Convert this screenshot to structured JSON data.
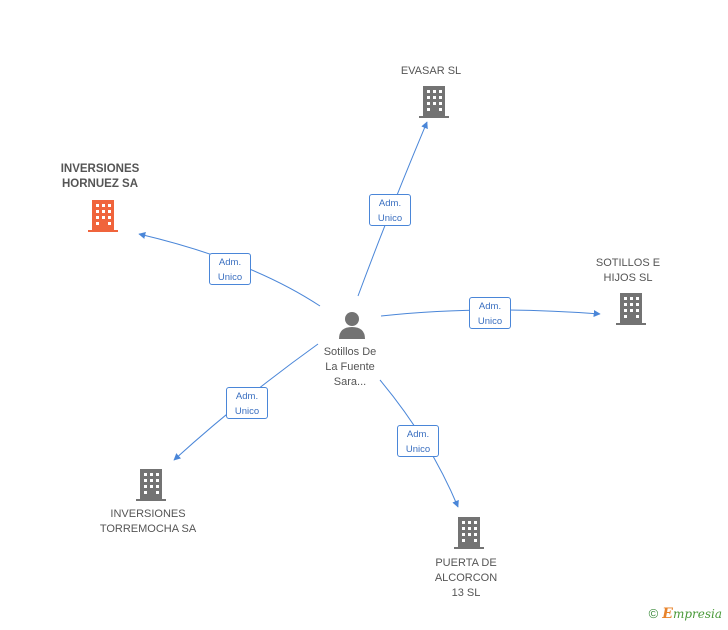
{
  "center": {
    "name_lines": [
      "Sotillos De",
      "La Fuente",
      "Sara..."
    ],
    "icon": "person-icon"
  },
  "companies": [
    {
      "id": "evasar",
      "lines": [
        "EVASAR SL"
      ],
      "highlight": false,
      "edge": [
        "Adm.",
        "Unico"
      ]
    },
    {
      "id": "hornuez",
      "lines": [
        "INVERSIONES",
        "HORNUEZ SA"
      ],
      "highlight": true,
      "edge": [
        "Adm.",
        "Unico"
      ]
    },
    {
      "id": "sotillos",
      "lines": [
        "SOTILLOS E",
        "HIJOS SL"
      ],
      "highlight": false,
      "edge": [
        "Adm.",
        "Unico"
      ]
    },
    {
      "id": "torremocha",
      "lines": [
        "INVERSIONES",
        "TORREMOCHA SA"
      ],
      "highlight": false,
      "edge": [
        "Adm.",
        "Unico"
      ]
    },
    {
      "id": "puerta",
      "lines": [
        "PUERTA DE",
        "ALCORCON",
        "13 SL"
      ],
      "highlight": false,
      "edge": [
        "Adm.",
        "Unico"
      ]
    }
  ],
  "colors": {
    "edge": "#4a86d8",
    "building": "#737373",
    "building_highlight": "#f0643c",
    "person": "#737373"
  },
  "footer": {
    "copyright": "©",
    "brand_initial": "E",
    "brand_rest": "mpresia"
  }
}
